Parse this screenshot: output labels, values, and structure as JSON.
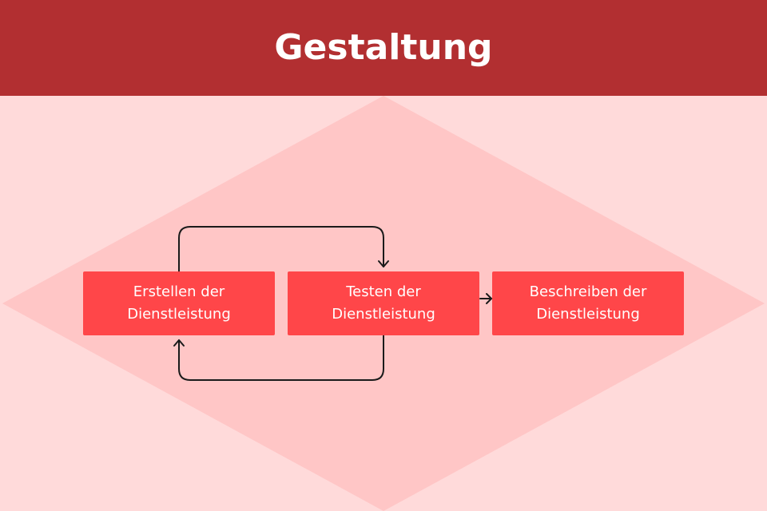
{
  "header": {
    "title": "Gestaltung"
  },
  "colors": {
    "header_bg": "#b22f31",
    "page_bg": "#ffdada",
    "diamond": "#ffc6c6",
    "box": "#ff4649",
    "connector": "#1a1a1a"
  },
  "diagram": {
    "nodes": [
      {
        "id": "create",
        "line1": "Erstellen der",
        "line2": "Dienstleistung"
      },
      {
        "id": "test",
        "line1": "Testen der",
        "line2": "Dienstleistung"
      },
      {
        "id": "describe",
        "line1": "Beschreiben der",
        "line2": "Dienstleistung"
      }
    ],
    "edges": [
      {
        "from": "create",
        "to": "test",
        "route": "over-top"
      },
      {
        "from": "test",
        "to": "create",
        "route": "under-bottom"
      },
      {
        "from": "test",
        "to": "describe",
        "route": "direct"
      }
    ]
  }
}
